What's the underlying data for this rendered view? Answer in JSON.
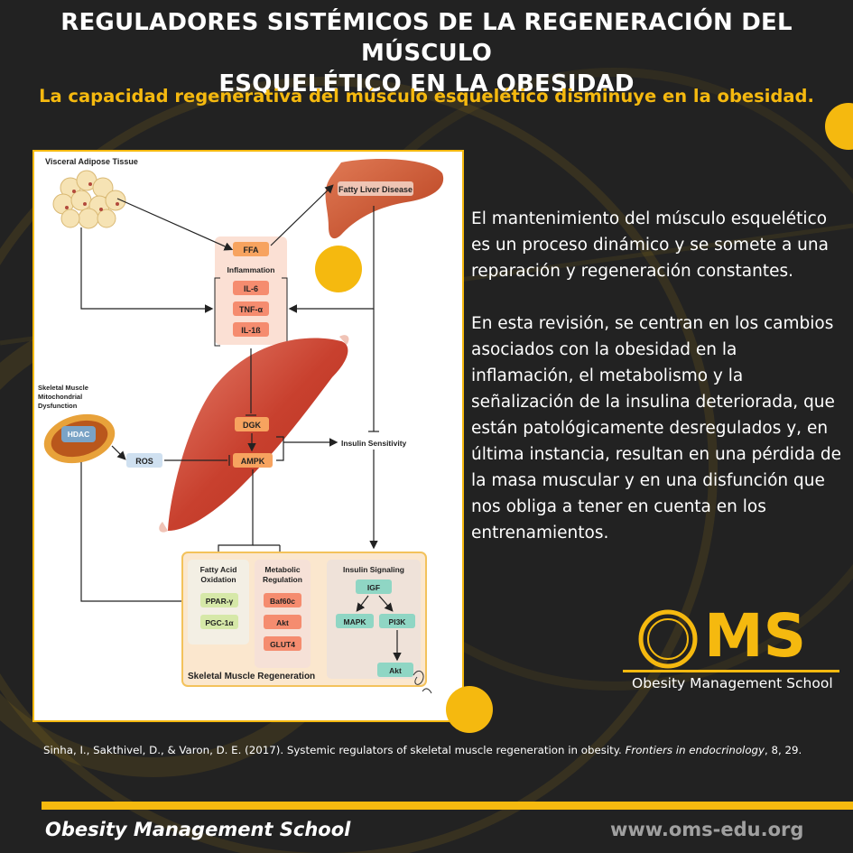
{
  "header": {
    "title_line1": "REGULADORES SISTÉMICOS DE LA REGENERACIÓN DEL MÚSCULO",
    "title_line2": "ESQUELÉTICO EN LA OBESIDAD",
    "subtitle": "La capacidad regenerativa del músculo esquelético disminuye en la obesidad."
  },
  "diagram": {
    "visceral_label": "Visceral Adipose Tissue",
    "fatty_liver": "Fatty Liver Disease",
    "ffa": "FFA",
    "inflammation": "Inflammation",
    "il6": "IL-6",
    "tnf": "TNF-α",
    "il1b": "IL-1ß",
    "mito_label_1": "Skeletal Muscle",
    "mito_label_2": "Mitochondrial",
    "mito_label_3": "Dysfunction",
    "hdac": "HDAC",
    "ros": "ROS",
    "dgk": "DGK",
    "ampk": "AMPK",
    "insulin_sensitivity": "Insulin Sensitivity",
    "fao_1": "Fatty Acid",
    "fao_2": "Oxidation",
    "metabolic_1": "Metabolic",
    "metabolic_2": "Regulation",
    "insulin_signaling": "Insulin Signaling",
    "ppar": "PPAR-γ",
    "pgc": "PGC-1α",
    "baf60c": "Baf60c",
    "akt_1": "Akt",
    "glut4": "GLUT4",
    "igf": "IGF",
    "mapk": "MAPK",
    "pi3k": "PI3K",
    "akt_2": "Akt",
    "regeneration": "Skeletal Muscle Regeneration"
  },
  "body": {
    "paragraph_1": "El mantenimiento del músculo esquelético es un proceso dinámico y se somete a una reparación y regeneración constantes.",
    "paragraph_2": "En esta revisión, se centran en los cambios asociados con la obesidad en la inflamación, el metabolismo y la señalización de la insulina deteriorada, que están patológicamente desregulados y, en última instancia, resultan en una pérdida de la masa muscular y en una disfunción que nos obliga a tener en cuenta en los entrenamientos."
  },
  "logo": {
    "letters": "MS",
    "tagline": "Obesity Management School"
  },
  "citation": {
    "authors": "Sinha, I., Sakthivel, D., & Varon, D. E. (2017). Systemic regulators of skeletal muscle regeneration in obesity. ",
    "journal": "Frontiers in endocrinology",
    "volume": ", 8, 29."
  },
  "footer": {
    "left": "Obesity Management School",
    "right": "www.oms-edu.org"
  },
  "colors": {
    "background": "#222222",
    "accent": "#f5b90f",
    "text": "#ffffff",
    "url": "#a0a0a0"
  }
}
